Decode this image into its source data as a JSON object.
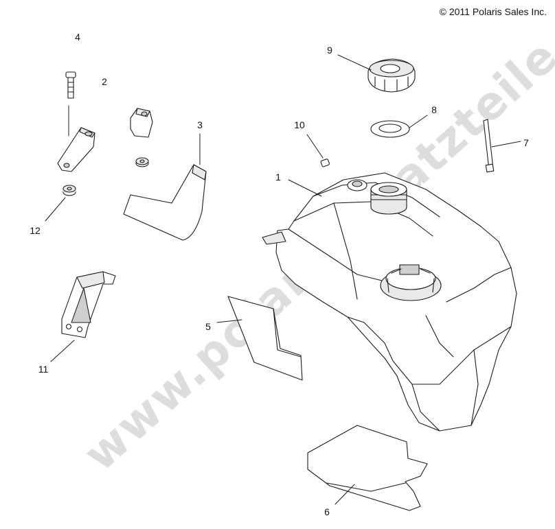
{
  "copyright": "© 2011 Polaris Sales Inc.",
  "watermark": "www.polarisersatzteile.de",
  "callouts": {
    "c1": "1",
    "c2": "2",
    "c3": "3",
    "c4": "4",
    "c5": "5",
    "c6": "6",
    "c7": "7",
    "c8": "8",
    "c9": "9",
    "c10": "10",
    "c11": "11",
    "c12": "12"
  }
}
